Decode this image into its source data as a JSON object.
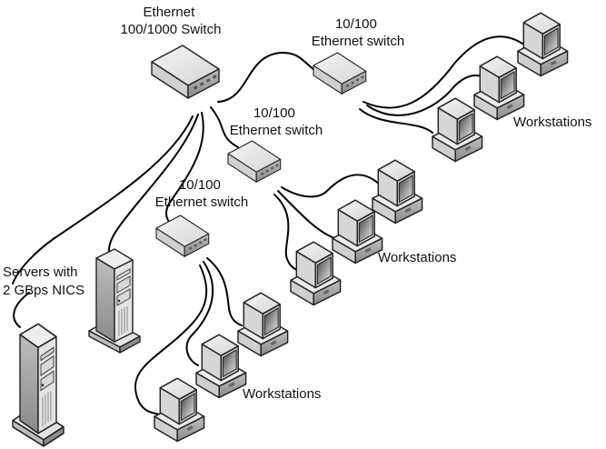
{
  "diagram": {
    "title": "",
    "labels": {
      "core_switch": [
        "Ethernet",
        "100/1000 Switch"
      ],
      "switch_a": [
        "10/100",
        "Ethernet switch"
      ],
      "switch_b": [
        "10/100",
        "Ethernet switch"
      ],
      "switch_c": [
        "10/100",
        "Ethernet switch"
      ],
      "servers": [
        "Servers with",
        "2 GBps NICS"
      ],
      "workstations_a": "Workstations",
      "workstations_b": "Workstations",
      "workstations_c": "Workstations"
    },
    "nodes": [
      {
        "id": "core",
        "type": "switch",
        "label": "Ethernet 100/1000 Switch"
      },
      {
        "id": "swA",
        "type": "switch",
        "label": "10/100 Ethernet switch"
      },
      {
        "id": "swB",
        "type": "switch",
        "label": "10/100 Ethernet switch"
      },
      {
        "id": "swC",
        "type": "switch",
        "label": "10/100 Ethernet switch"
      },
      {
        "id": "srv1",
        "type": "server",
        "label": "Servers with 2 GBps NICS"
      },
      {
        "id": "srv2",
        "type": "server",
        "label": "Servers with 2 GBps NICS"
      },
      {
        "id": "wsA1",
        "type": "workstation"
      },
      {
        "id": "wsA2",
        "type": "workstation"
      },
      {
        "id": "wsA3",
        "type": "workstation"
      },
      {
        "id": "wsB1",
        "type": "workstation"
      },
      {
        "id": "wsB2",
        "type": "workstation"
      },
      {
        "id": "wsB3",
        "type": "workstation"
      },
      {
        "id": "wsC1",
        "type": "workstation"
      },
      {
        "id": "wsC2",
        "type": "workstation"
      },
      {
        "id": "wsC3",
        "type": "workstation"
      }
    ],
    "edges": [
      [
        "core",
        "swA"
      ],
      [
        "core",
        "swB"
      ],
      [
        "core",
        "swC"
      ],
      [
        "core",
        "srv1"
      ],
      [
        "core",
        "srv2"
      ],
      [
        "swA",
        "wsA1"
      ],
      [
        "swA",
        "wsA2"
      ],
      [
        "swA",
        "wsA3"
      ],
      [
        "swB",
        "wsB1"
      ],
      [
        "swB",
        "wsB2"
      ],
      [
        "swB",
        "wsB3"
      ],
      [
        "swC",
        "wsC1"
      ],
      [
        "swC",
        "wsC2"
      ],
      [
        "swC",
        "wsC3"
      ]
    ]
  }
}
